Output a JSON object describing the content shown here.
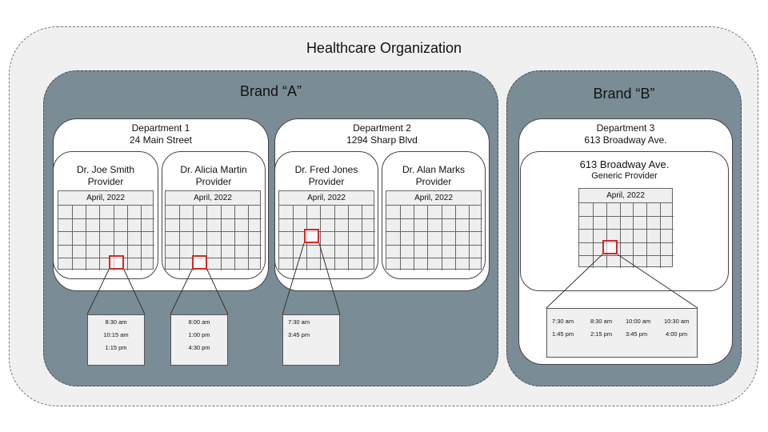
{
  "organization": {
    "title": "Healthcare Organization"
  },
  "brands": [
    {
      "title": "Brand “A”"
    },
    {
      "title": "Brand “B”"
    }
  ],
  "departments": [
    {
      "name": "Department 1",
      "address": "24 Main Street"
    },
    {
      "name": "Department 2",
      "address": "1294 Sharp Blvd"
    },
    {
      "name": "Department 3",
      "address": "613 Broadway Ave."
    }
  ],
  "providers": [
    {
      "name": "Dr. Joe Smith",
      "role": "Provider",
      "calendar_month": "April, 2022",
      "time_slots": [
        "8:30 am",
        "10:15 am",
        "1:15 pm"
      ]
    },
    {
      "name": "Dr. Alicia Martin",
      "role": "Provider",
      "calendar_month": "April, 2022",
      "time_slots": [
        "8:00 am",
        "1:00 pm",
        "4:30 pm"
      ]
    },
    {
      "name": "Dr. Fred Jones",
      "role": "Provider",
      "calendar_month": "April, 2022",
      "time_slots": [
        "7:30 am",
        "3:45 pm"
      ]
    },
    {
      "name": "Dr. Alan Marks",
      "role": "Provider",
      "calendar_month": "April, 2022"
    },
    {
      "name": "613 Broadway Ave.",
      "role": "Generic Provider",
      "calendar_month": "April, 2022",
      "time_slots": [
        "7:30 am",
        "8:30 am",
        "10:00 am",
        "10:30 am",
        "1:45 pm",
        "2:15 pm",
        "3:45 pm",
        "4:00 pm"
      ]
    }
  ],
  "colors": {
    "brand_fill": "#7a8d97",
    "organization_fill": "#f0f0f0",
    "highlight": "#cc2a2a"
  }
}
